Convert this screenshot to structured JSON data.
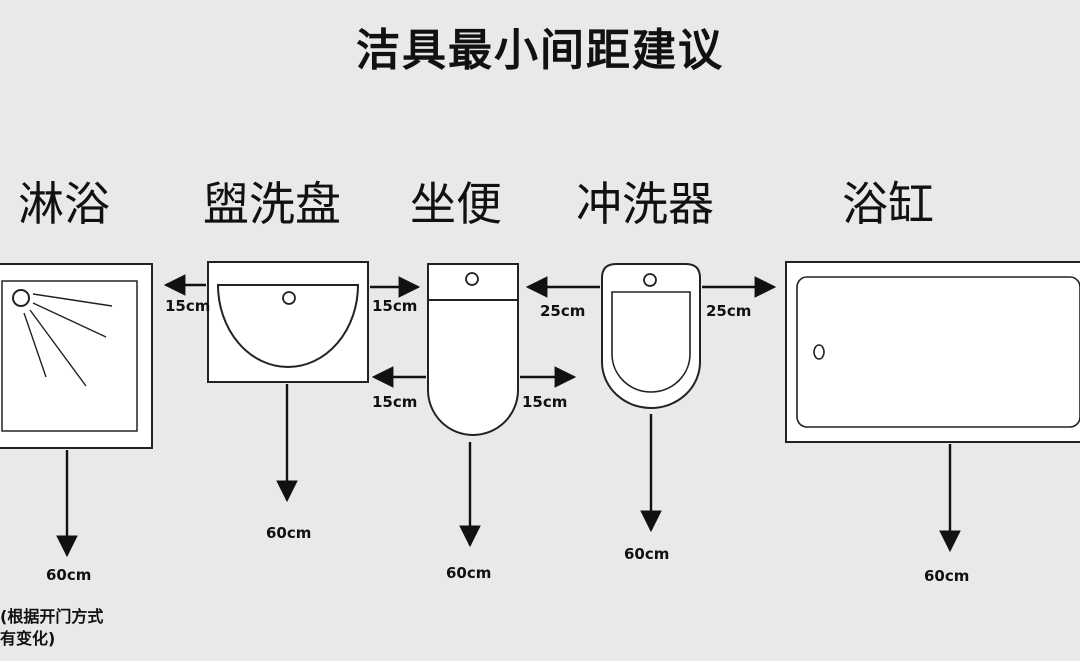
{
  "title": "洁具最小间距建议",
  "fixtures": {
    "shower": "淋浴",
    "washbasin": "盥洗盘",
    "toilet": "坐便",
    "bidet": "冲洗器",
    "bathtub": "浴缸"
  },
  "dimensions": {
    "shower_side": "15cm",
    "basin_side": "15cm",
    "toilet_left": "15cm",
    "toilet_right": "15cm",
    "toilet_to_bidet": "25cm",
    "bidet_to_tub": "25cm",
    "shower_front": "60cm",
    "basin_front": "60cm",
    "toilet_front": "60cm",
    "bidet_front": "60cm",
    "tub_front": "60cm"
  },
  "note": {
    "line1": "(根据开门方式",
    "line2": "有变化)"
  }
}
